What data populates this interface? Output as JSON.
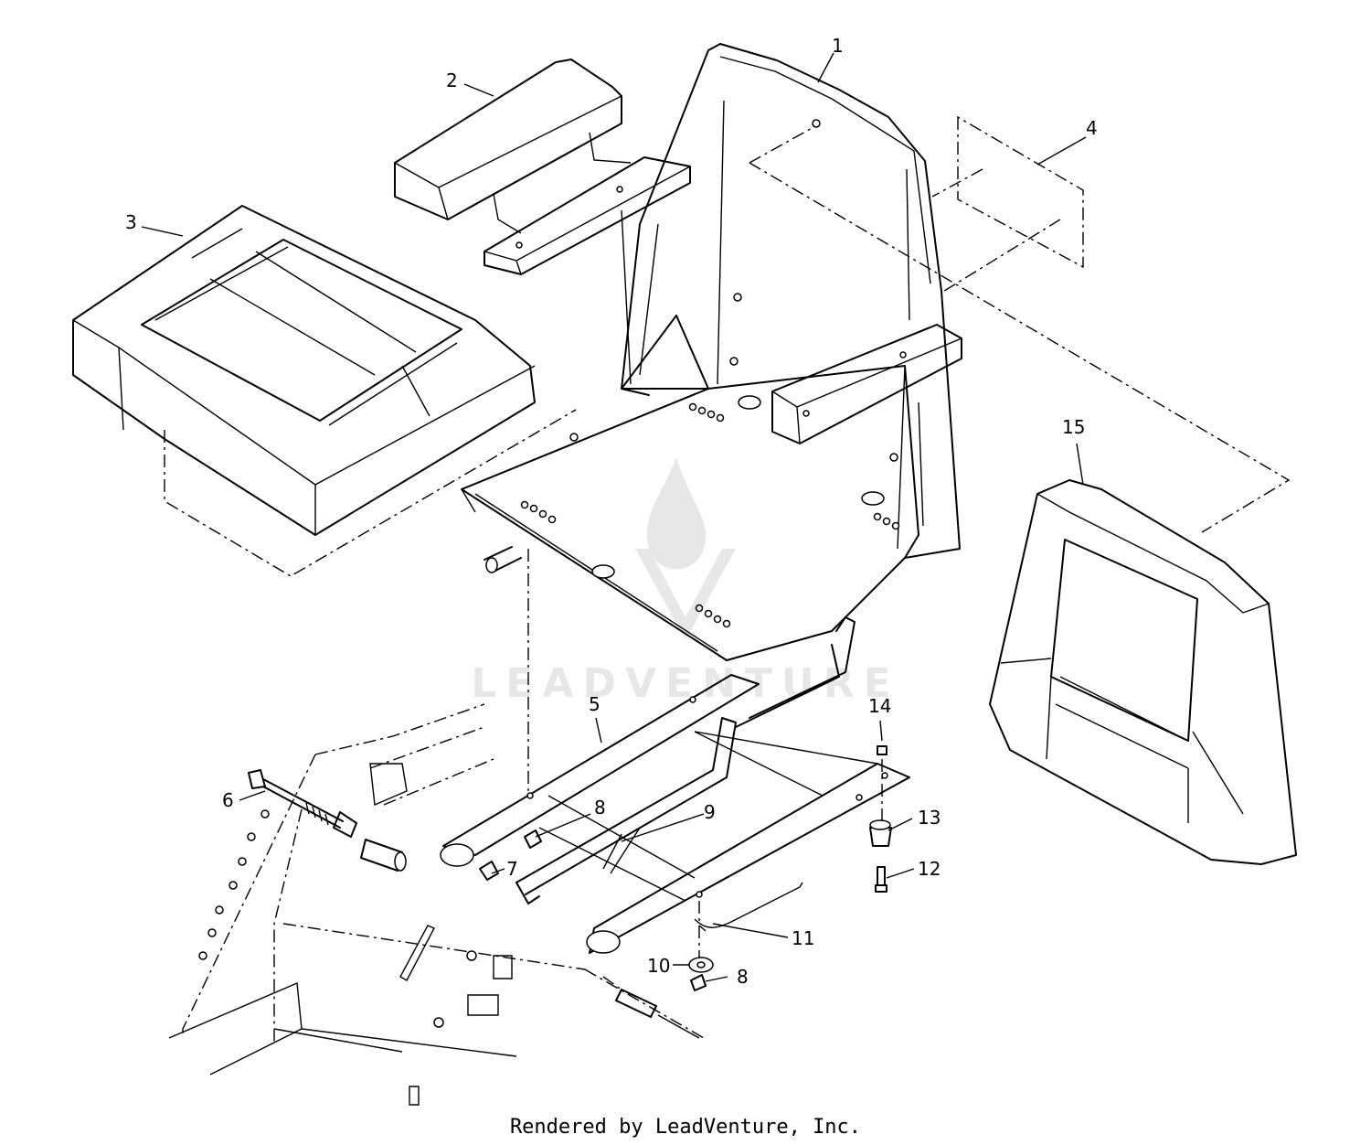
{
  "diagram": {
    "callouts": [
      {
        "id": "1",
        "label": "1"
      },
      {
        "id": "2",
        "label": "2"
      },
      {
        "id": "3",
        "label": "3"
      },
      {
        "id": "4",
        "label": "4"
      },
      {
        "id": "5",
        "label": "5"
      },
      {
        "id": "6",
        "label": "6"
      },
      {
        "id": "7",
        "label": "7"
      },
      {
        "id": "8a",
        "label": "8"
      },
      {
        "id": "8b",
        "label": "8"
      },
      {
        "id": "9",
        "label": "9"
      },
      {
        "id": "10",
        "label": "10"
      },
      {
        "id": "11",
        "label": "11"
      },
      {
        "id": "12",
        "label": "12"
      },
      {
        "id": "13",
        "label": "13"
      },
      {
        "id": "14",
        "label": "14"
      },
      {
        "id": "15",
        "label": "15"
      }
    ],
    "watermark": "LEADVENTURE",
    "footer": "Rendered by LeadVenture, Inc."
  }
}
